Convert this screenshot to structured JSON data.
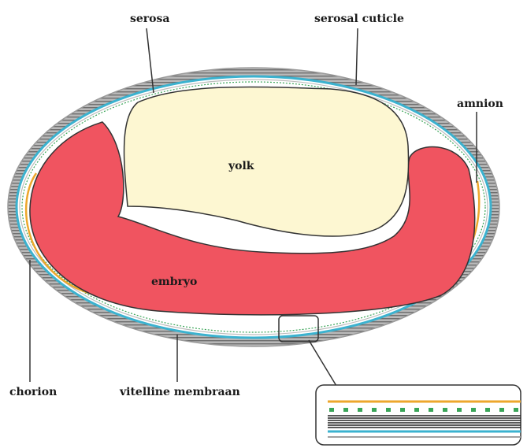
{
  "labels": {
    "serosa": "serosa",
    "serosal_cuticle": "serosal cuticle",
    "amnion": "amnion",
    "yolk": "yolk",
    "embryo": "embryo",
    "chorion": "chorion",
    "vitelline_membrane": "vitelline membraan"
  },
  "colors": {
    "embryo": "#f05460",
    "yolk": "#fdf7d2",
    "chorion": "#7c7c7c",
    "vitelline": "#3bb2cf",
    "amnion": "#eda72c",
    "serosa": "#3aa558",
    "outline": "#333333"
  },
  "inset": {
    "icon": "layer-stack-detail"
  }
}
